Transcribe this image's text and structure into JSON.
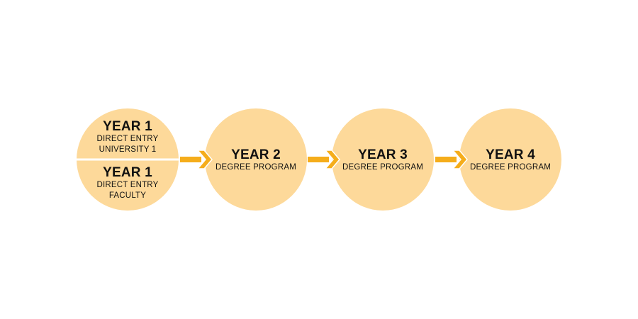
{
  "colors": {
    "circle": "#FDD99A",
    "arrow": "#F5AD1B"
  },
  "steps": [
    {
      "top": {
        "title": "YEAR 1",
        "line1": "DIRECT ENTRY",
        "line2": "UNIVERSITY 1"
      },
      "bottom": {
        "title": "YEAR 1",
        "line1": "DIRECT ENTRY",
        "line2": "FACULTY"
      }
    },
    {
      "title": "YEAR 2",
      "subtitle": "DEGREE PROGRAM"
    },
    {
      "title": "YEAR 3",
      "subtitle": "DEGREE PROGRAM"
    },
    {
      "title": "YEAR 4",
      "subtitle": "DEGREE PROGRAM"
    }
  ]
}
